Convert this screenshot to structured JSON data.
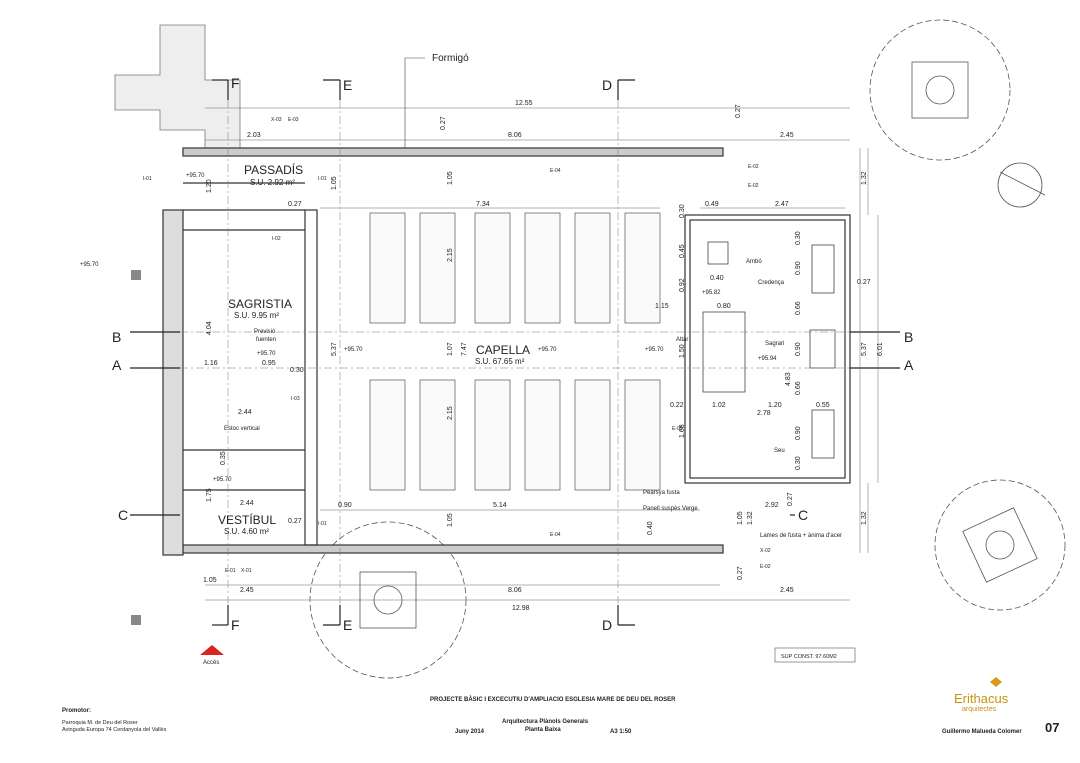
{
  "title_block": {
    "project": "PROJECTE BÀSIC I EXCECUTIU  D'AMPLIACIO ESGLESIA MARE DE DEU DEL ROSER",
    "promotor_label": "Promotor:",
    "promotor_name": "Parroquia M. de Deu del Roser",
    "promotor_address": "Avinguda Europa 74 Cerdanyola del Vallès",
    "date": "Juny 2014",
    "drawing_title": "Arquitectura Plànols Generals",
    "drawing_subtitle": "Planta Baixa",
    "scale": "A3 1:50",
    "firm_name": "Erithacus",
    "firm_sub": "arquitectes",
    "architect": "Guillermo Malueda Colomer",
    "sheet": "07",
    "sup_const": "SUP CONST. 97.60M2"
  },
  "rooms": {
    "passadis": {
      "name": "PASSADÍS",
      "area": "S.U. 2.92 m²"
    },
    "sagristia": {
      "name": "SAGRISTIA",
      "area": "S.U. 9.95 m²"
    },
    "capella": {
      "name": "CAPELLA",
      "area": "S.U. 67.65 m²"
    },
    "vestibul": {
      "name": "VESTÍBUL",
      "area": "S.U. 4.60 m²"
    }
  },
  "labels": {
    "formigo": "Formigó",
    "acces": "Accés",
    "ambo": "Ambó",
    "credensa": "Credença",
    "altar": "Altar",
    "sagrari": "Sagrari",
    "seu": "Seu",
    "previsio": "Previsió",
    "fuenten": "fuenten",
    "estoc": "Estoc vertical",
    "pearsya": "Pearsya fusta",
    "panell": "Panell suspès Verge",
    "lames": "Lames de fusta + ànima d'acer"
  },
  "sections": {
    "a": "A",
    "b": "B",
    "c": "C",
    "d": "D",
    "e": "E",
    "f": "F"
  },
  "levels": {
    "l1": "+95.70",
    "l2": "+95.82",
    "l3": "+95.94"
  },
  "tags": {
    "x03": "X-03",
    "e03": "E-03",
    "i01": "I-01",
    "i02": "I-02",
    "i03": "I-03",
    "e04": "E-04",
    "e02": "E-02",
    "x02": "X-02",
    "e05": "E-05",
    "e01": "E-01",
    "x01": "X-01"
  },
  "dims": {
    "d1255": "12.55",
    "d203": "2.03",
    "d027": "0.27",
    "d806": "8.06",
    "d245": "2.45",
    "d120": "1.20",
    "d734": "7.34",
    "d030": "0.30",
    "d247": "2.47",
    "d132": "1.32",
    "d215": "2.15",
    "d045": "0.45",
    "d040": "0.40",
    "d092": "0.92",
    "d090": "0.90",
    "d115": "1.15",
    "d080": "0.80",
    "d404": "4.04",
    "d116": "1.16",
    "d095": "0.95",
    "d537": "5.37",
    "d107": "1.07",
    "d747": "7.47",
    "d150": "1.50",
    "d601": "6.01",
    "d022": "0.22",
    "d102": "1.02",
    "d278": "2.78",
    "d055": "0.55",
    "d483": "4.83",
    "d244": "2.44",
    "d035": "0.35",
    "d175": "1.75",
    "d514": "5.14",
    "d292": "2.92",
    "d105": "1.05",
    "d1298": "12.98",
    "d168": "1.68",
    "d066": "0.66",
    "d049": "0.49"
  }
}
